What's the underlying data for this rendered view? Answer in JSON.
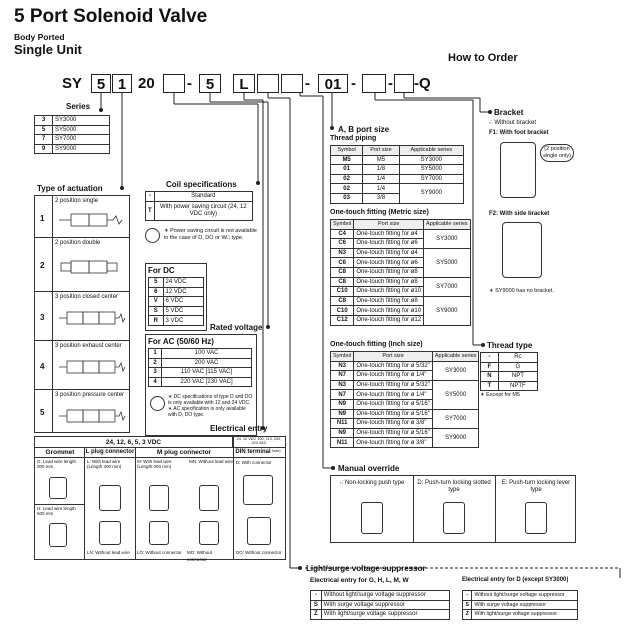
{
  "header": {
    "title": "5 Port Solenoid Valve",
    "body": "Body Ported",
    "unit": "Single Unit",
    "how_to_order": "How to Order"
  },
  "code": {
    "sy": "SY",
    "s1": "5",
    "s2": "1",
    "s3": "20",
    "s4": "5",
    "s5": "L",
    "s6": "01",
    "tail": "-Q",
    "dashes": [
      "-",
      "-",
      "-",
      "-"
    ]
  },
  "series": {
    "title": "Series",
    "rows": [
      [
        "3",
        "SY3000"
      ],
      [
        "5",
        "SY5000"
      ],
      [
        "7",
        "SY7000"
      ],
      [
        "9",
        "SY9000"
      ]
    ]
  },
  "actuation": {
    "title": "Type of actuation",
    "rows": [
      {
        "k": "1",
        "label": "2 position single"
      },
      {
        "k": "2",
        "label": "2 position double"
      },
      {
        "k": "3",
        "label": "3 position closed center"
      },
      {
        "k": "4",
        "label": "3 position exhaust center"
      },
      {
        "k": "5",
        "label": "3 position pressure center"
      }
    ]
  },
  "coil": {
    "title": "Coil specifications",
    "rows": [
      [
        "-",
        "Standard"
      ],
      [
        "T",
        "With power saving circuit (24, 12 VDC only)"
      ]
    ],
    "note": "∗ Power saving circuit is not available in the case of D, DO or W□ type."
  },
  "rated": {
    "title": "Rated voltage",
    "dc_title": "For DC",
    "dc": [
      [
        "5",
        "24 VDC"
      ],
      [
        "6",
        "12 VDC"
      ],
      [
        "V",
        "6 VDC"
      ],
      [
        "S",
        "5 VDC"
      ],
      [
        "R",
        "3 VDC"
      ]
    ],
    "ac_title": "For AC (50/60 Hz)",
    "ac": [
      [
        "1",
        "100 VAC"
      ],
      [
        "2",
        "200 VAC"
      ],
      [
        "3",
        "110 VAC [115 VAC]"
      ],
      [
        "4",
        "220 VAC [230 VAC]"
      ]
    ],
    "note1": "∗ DC specifications of type D and DO is only available with 12 and 24 VDC.",
    "note2": "∗ AC specification is only available with D, DO type."
  },
  "port": {
    "title": "A, B port size",
    "thread_title": "Thread piping",
    "head": [
      "Symbol",
      "Port size",
      "Applicable series"
    ],
    "thread": [
      [
        "M5",
        "M5",
        "SY3000"
      ],
      [
        "01",
        "1/8",
        "SY5000"
      ],
      [
        "02",
        "1/4",
        "SY7000"
      ],
      [
        "02",
        "1/4",
        "SY9000"
      ],
      [
        "03",
        "3/8",
        ""
      ]
    ],
    "metric_title": "One-touch fitting (Metric size)",
    "metric": [
      [
        "C4",
        "One-touch fitting for ø4"
      ],
      [
        "C6",
        "One-touch fitting for ø6"
      ],
      [
        "N3",
        "One-touch fitting for ø4"
      ],
      [
        "C6",
        "One-touch fitting for ø6"
      ],
      [
        "C8",
        "One-touch fitting for ø8"
      ],
      [
        "C8",
        "One-touch fitting for ø8"
      ],
      [
        "C10",
        "One-touch fitting for ø10"
      ],
      [
        "C8",
        "One-touch fitting for ø8"
      ],
      [
        "C10",
        "One-touch fitting for ø10"
      ],
      [
        "C12",
        "One-touch fitting for ø12"
      ]
    ],
    "metric_series": [
      "SY3000",
      "SY5000",
      "SY7000",
      "SY9000"
    ],
    "inch_title": "One-touch fitting (Inch size)",
    "inch": [
      [
        "N3",
        "One-touch fitting for ø 5/32\""
      ],
      [
        "N7",
        "One-touch fitting for ø 1/4\""
      ],
      [
        "N3",
        "One-touch fitting for ø 5/32\""
      ],
      [
        "N7",
        "One-touch fitting for ø 1/4\""
      ],
      [
        "N9",
        "One-touch fitting for ø 5/16\""
      ],
      [
        "N9",
        "One-touch fitting for ø 5/16\""
      ],
      [
        "N11",
        "One-touch fitting for ø 3/8\""
      ],
      [
        "N9",
        "One-touch fitting for ø 5/16\""
      ],
      [
        "N11",
        "One-touch fitting for ø 3/8\""
      ]
    ],
    "inch_series": [
      "SY3000",
      "SY5000",
      "SY7000",
      "SY9000"
    ]
  },
  "bracket": {
    "title": "Bracket",
    "items": [
      "-: Without bracket",
      "F1: With foot bracket",
      "F2: With side bracket"
    ],
    "callout": "(2 position single only)",
    "note": "∗ SY9000 has no bracket."
  },
  "thread": {
    "title": "Thread type",
    "rows": [
      [
        "-",
        "Rc"
      ],
      [
        "F",
        "G"
      ],
      [
        "N",
        "NPT"
      ],
      [
        "T",
        "NPTF"
      ]
    ],
    "note": "∗ Except for M5"
  },
  "override": {
    "title": "Manual override",
    "items": [
      "-: Non-locking push type",
      "D: Push-turn locking slotted type",
      "E: Push-turn locking lever type"
    ]
  },
  "electrical": {
    "title": "Electrical entry",
    "voltage_head": "24, 12, 6, 5, 3 VDC",
    "ac_head": "24, 12 VDC 100, 110, 200, 220 VAC",
    "cols": [
      "Grommet",
      "L plug connector",
      "M plug connector",
      "DIN terminal"
    ],
    "din_note": "Note)",
    "g": "G: Lead wire length 300 mm",
    "h": "H: Lead wire length 600 mm",
    "l": "L: With lead wire (Length 300 mm)",
    "ln": "LN: Without lead wire",
    "m": "M: With lead wire (Length 300 mm)",
    "mn": "MN: Without lead wire",
    "lo": "LO: Without connector",
    "mo": "MO: Without connector",
    "d": "D: With connector",
    "do": "DO: Without connector"
  },
  "suppressor": {
    "title": "Light/surge voltage suppressor",
    "left_title": "Electrical entry for G, H, L, M, W",
    "left": [
      [
        "-",
        "Without light/surge voltage suppressor"
      ],
      [
        "S",
        "With surge voltage suppressor"
      ],
      [
        "Z",
        "With light/surge voltage suppressor"
      ]
    ],
    "right_title": "Electrical entry for D (except SY3000)",
    "right": [
      [
        "-",
        "Without light/surge voltage suppressor"
      ],
      [
        "S",
        "With surge voltage suppressor"
      ],
      [
        "Z",
        "With light/surge voltage suppressor"
      ]
    ]
  }
}
